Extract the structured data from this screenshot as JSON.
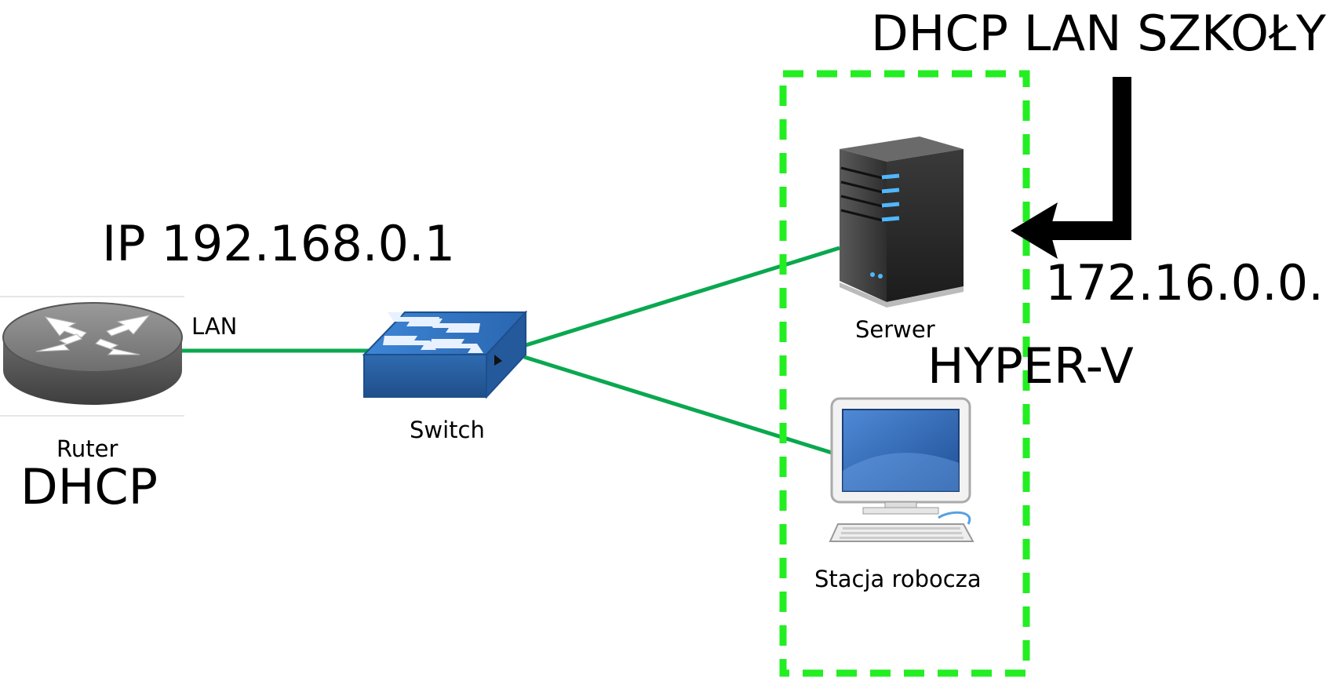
{
  "labels": {
    "dhcp_lan_szkoly": "DHCP LAN SZKOŁY",
    "ip_router": "IP 192.168.0.1",
    "network_addr": "172.16.0.0.",
    "hyper_v": "HYPER-V",
    "lan": "LAN",
    "router": "Ruter",
    "router_dhcp": "DHCP",
    "switch": "Switch",
    "server": "Serwer",
    "workstation": "Stacja robocza"
  },
  "colors": {
    "link": "#0aa84f",
    "hyperv_border": "#22ee22",
    "arrow": "#000000",
    "switch_blue": "#2f6fb3",
    "router_gray": "#7a7a7a",
    "server_dark": "#2b2b2b",
    "screen_blue": "#2a63b8"
  },
  "icons": {
    "router": "router-icon",
    "switch": "switch-icon",
    "server": "server-icon",
    "workstation": "desktop-computer-icon"
  }
}
